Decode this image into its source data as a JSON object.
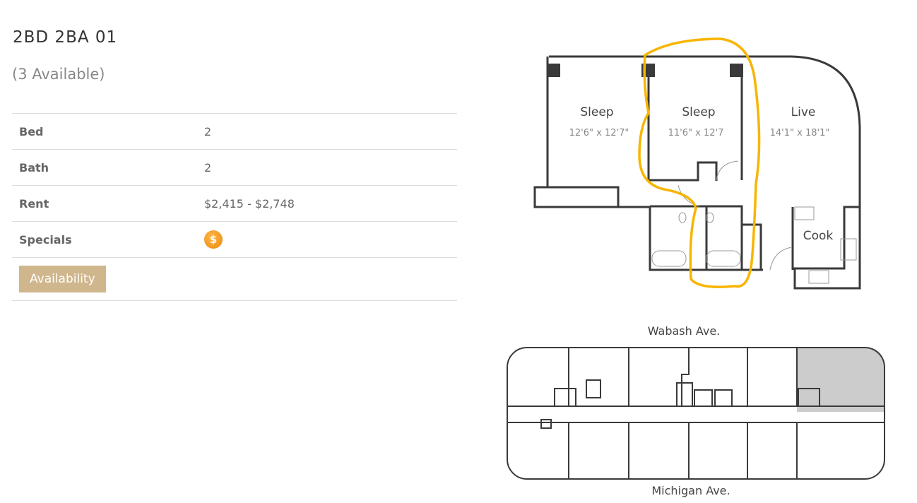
{
  "unit": {
    "title": "2BD 2BA 01",
    "availability": "(3 Available)"
  },
  "details": [
    {
      "label": "Bed",
      "value": "2"
    },
    {
      "label": "Bath",
      "value": "2"
    },
    {
      "label": "Rent",
      "value": "$2,415 - $2,748"
    },
    {
      "label": "Specials",
      "icon": "dollar-coin-icon",
      "icon_text": "$"
    }
  ],
  "availability_button": "Availability",
  "floorplan": {
    "rooms": [
      {
        "name": "Sleep",
        "dims": "12'6\" x 12'7\""
      },
      {
        "name": "Sleep",
        "dims": "11'6\" x 12'7"
      },
      {
        "name": "Live",
        "dims": "14'1\" x 18'1\""
      },
      {
        "name": "Cook"
      }
    ]
  },
  "keyplan": {
    "top_street": "Wabash Ave.",
    "bottom_street": "Michigan Ave."
  },
  "colors": {
    "button": "#cfb68c",
    "highlight": "#f7b500",
    "coin": "#f0900f",
    "wall": "#3a3a3a",
    "selected_unit": "#cccccc"
  }
}
